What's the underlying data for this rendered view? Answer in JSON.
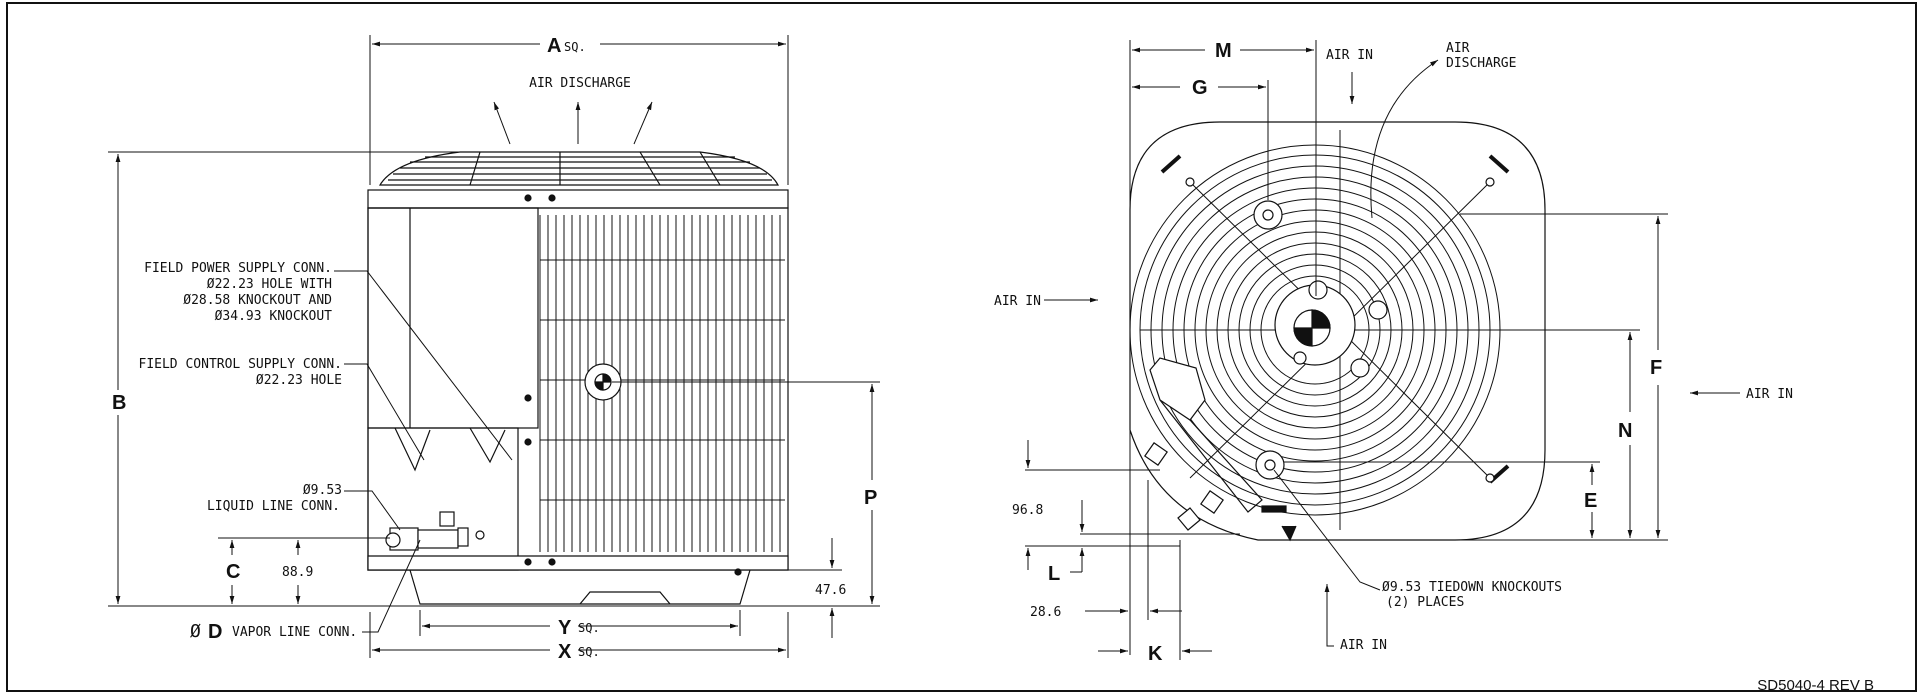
{
  "left_view": {
    "dim_a": "A",
    "dim_a_suffix": "SQ.",
    "air_discharge": "AIR DISCHARGE",
    "power_line1": "FIELD POWER SUPPLY CONN.",
    "power_line2": "Ø22.23 HOLE WITH",
    "power_line3": "Ø28.58 KNOCKOUT AND",
    "power_line4": "Ø34.93 KNOCKOUT",
    "control_line1": "FIELD CONTROL SUPPLY CONN.",
    "control_line2": "Ø22.23 HOLE",
    "liquid_line1": "Ø9.53",
    "liquid_line2": "LIQUID LINE CONN.",
    "dim_b": "B",
    "dim_c": "C",
    "dim_889": "88.9",
    "dim_d_sym": "Ø",
    "dim_d": "D",
    "vapor_label": "VAPOR LINE CONN.",
    "dim_y": "Y",
    "dim_y_suffix": "SQ.",
    "dim_x": "X",
    "dim_x_suffix": "SQ.",
    "dim_476": "47.6",
    "dim_p": "P"
  },
  "right_view": {
    "dim_m": "M",
    "dim_g": "G",
    "air_in_top": "AIR IN",
    "air_discharge1": "AIR",
    "air_discharge2": "DISCHARGE",
    "air_in_left": "AIR IN",
    "air_in_right": "AIR IN",
    "air_in_bottom": "AIR IN",
    "dim_f": "F",
    "dim_n": "N",
    "dim_e": "E",
    "dim_968": "96.8",
    "dim_l": "L",
    "dim_286": "28.6",
    "dim_k": "K",
    "tiedown1": "Ø9.53 TIEDOWN KNOCKOUTS",
    "tiedown2": "(2) PLACES"
  },
  "drawing_ref": "SD5040-4 REV B"
}
